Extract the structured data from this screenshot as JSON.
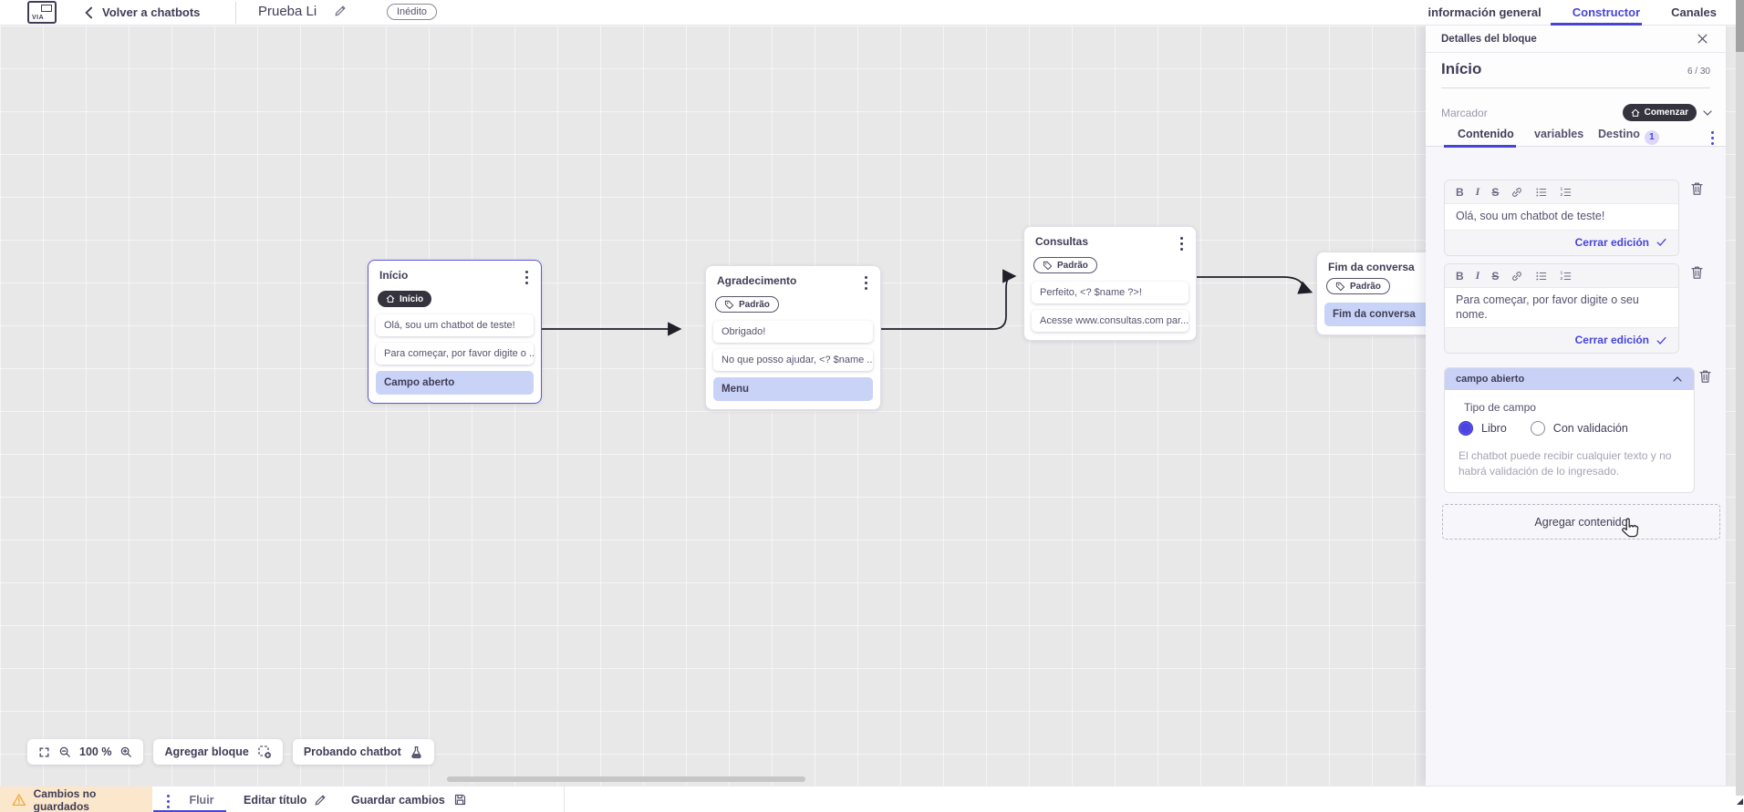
{
  "header": {
    "back_label": "Volver a chatbots",
    "title": "Prueba Li",
    "status_badge": "Inédito",
    "tabs": [
      {
        "label": "información general"
      },
      {
        "label": "Constructor"
      },
      {
        "label": "Canales"
      }
    ]
  },
  "panel": {
    "title": "Detalles del bloque",
    "block_name": "Início",
    "name_counter": "6 / 30",
    "marker_label": "Marcador",
    "marker_value": "Comenzar",
    "tabs": [
      {
        "label": "Contenido"
      },
      {
        "label": "variables"
      },
      {
        "label": "Destino",
        "badge": "1"
      }
    ],
    "editors": [
      {
        "text": "Olá, sou um chatbot de teste!",
        "close_label": "Cerrar edición"
      },
      {
        "text": "Para começar, por favor digite o seu nome.",
        "close_label": "Cerrar edición"
      }
    ],
    "field_section": {
      "header": "campo abierto",
      "type_label": "Tipo de campo",
      "options": [
        {
          "label": "Libro",
          "selected": true
        },
        {
          "label": "Con validación",
          "selected": false
        }
      ],
      "helper": "El chatbot puede recibir cualquier texto y no habrá validación de lo ingresado."
    },
    "add_content_label": "Agregar contenido"
  },
  "canvas": {
    "nodes": [
      {
        "title": "Início",
        "pill": "Início",
        "cards": [
          "Olá, sou um chatbot de teste!",
          "Para começar, por favor digite o ..."
        ],
        "action": "Campo aberto"
      },
      {
        "title": "Agradecimento",
        "pill": "Padrão",
        "cards": [
          "Obrigado!",
          "No que posso ajudar, <? $name ..."
        ],
        "action": "Menu"
      },
      {
        "title": "Consultas",
        "pill": "Padrão",
        "cards": [
          "Perfeito, <? $name ?>!",
          "Acesse www.consultas.com par..."
        ]
      },
      {
        "title": "Fim da conversa",
        "pill": "Padrão",
        "action": "Fim da conversa"
      }
    ]
  },
  "toolbar": {
    "zoom_value": "100 %",
    "add_block_label": "Agregar bloque",
    "test_label": "Probando chatbot"
  },
  "footer": {
    "unsaved_label": "Cambios no guardados",
    "flow_tab": "Fluir",
    "edit_title_label": "Editar título",
    "save_label": "Guardar cambios"
  },
  "colors": {
    "accent": "#4745d8",
    "selected_border": "#5b58dd",
    "lavender": "#c9d3f7",
    "dark_pill": "#34333e",
    "warning_bg": "#fbe7cb",
    "warning_icon": "#eda93b"
  }
}
